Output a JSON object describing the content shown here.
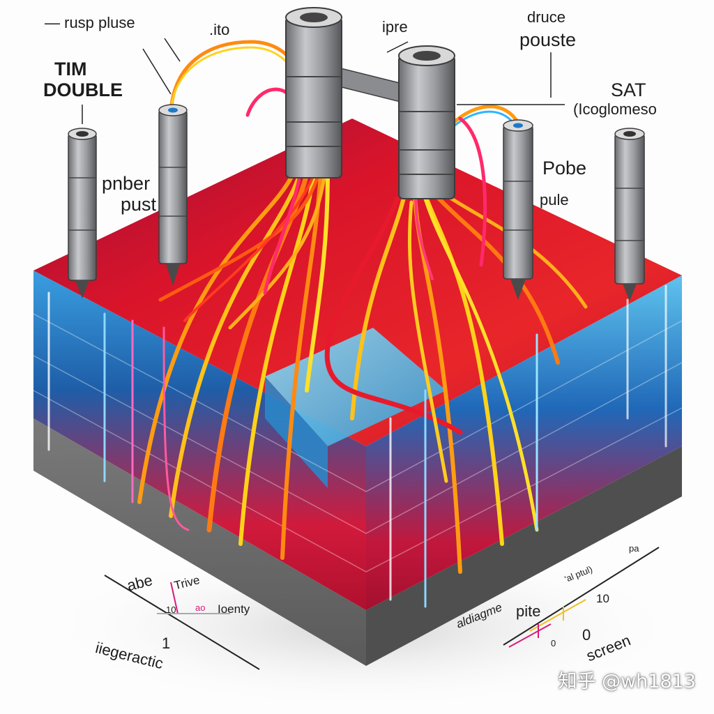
{
  "labels": {
    "rusp_pluse": "— rusp pluse",
    "ito": ".ito",
    "ipre": "ipre",
    "druce": "druce",
    "pouste": "pouste",
    "tim": "TIM",
    "double": "DOUBLE",
    "sat": "SAT",
    "icoglomeso": "(Icoglomeso",
    "pnber": "pnber",
    "pust": "pust",
    "pobe": "Pobe",
    "pule": "pule"
  },
  "left_axis": {
    "abe": "abe",
    "trive": "Trive",
    "nums": "10",
    "ao": "ao",
    "ioenty": "Ioenty",
    "one": "1",
    "iiegeractic": "iiegeractic"
  },
  "right_axis": {
    "top_label_a": "'al  ptul)",
    "top_label_b": "pa",
    "ten": "10",
    "aldiagme": "aldiagme",
    "pite": "pite",
    "zero_small": "0",
    "zero": "0",
    "screen": "screen"
  },
  "watermark": "知乎 @wh1813",
  "colors": {
    "block_top_red": "#c4122e",
    "block_side_blue": "#1f78c8",
    "block_base": "#6c6c6c",
    "fiber_yellow": "#ffd21a",
    "fiber_orange": "#ff7a12",
    "fiber_red": "#e8192c",
    "probe_gray": "#8d8f92"
  }
}
